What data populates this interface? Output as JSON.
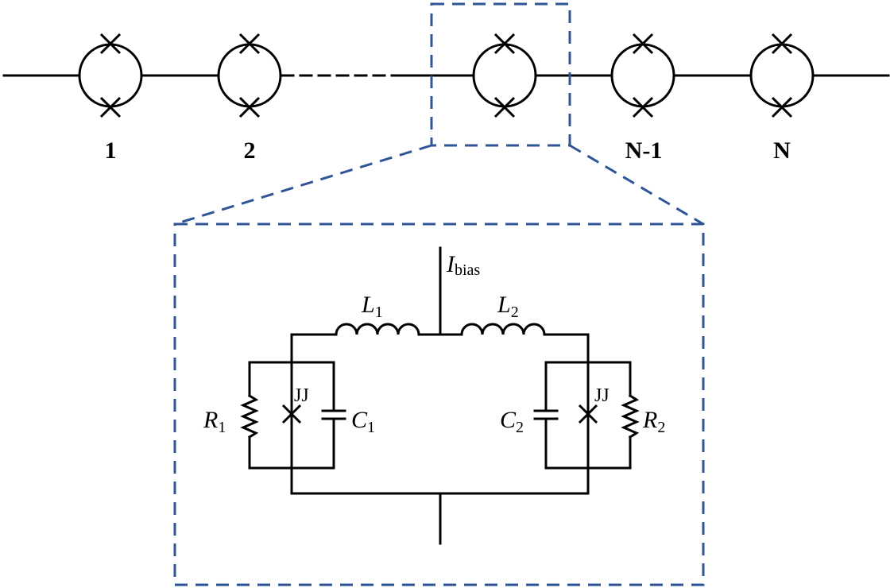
{
  "array": {
    "labels": [
      "1",
      "2",
      "N-1",
      "N"
    ]
  },
  "circuit": {
    "bias_label": "I",
    "bias_sub": "bias",
    "inductors": [
      {
        "letter": "L",
        "sub": "1"
      },
      {
        "letter": "L",
        "sub": "2"
      }
    ],
    "resistors": [
      {
        "letter": "R",
        "sub": "1"
      },
      {
        "letter": "R",
        "sub": "2"
      }
    ],
    "capacitors": [
      {
        "letter": "C",
        "sub": "1"
      },
      {
        "letter": "C",
        "sub": "2"
      }
    ],
    "junction_label": "JJ"
  },
  "colors": {
    "wire": "#000000",
    "zoom_frame": "#2f5597"
  }
}
